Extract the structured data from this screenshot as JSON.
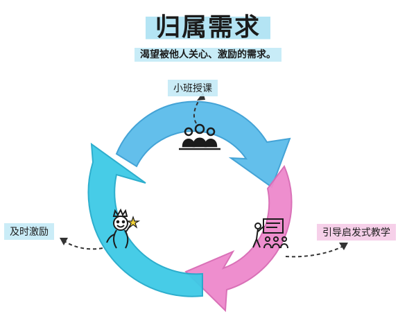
{
  "title": "归属需求",
  "subtitle": "渴望被他人关心、激励的需求。",
  "cycle": {
    "stages": [
      {
        "label": "小班授课",
        "icon": "group-people-icon",
        "color": "#5bbcea"
      },
      {
        "label": "引导启发式教学",
        "icon": "teacher-students-icon",
        "color": "#ee88cc"
      },
      {
        "label": "及时激励",
        "icon": "celebrating-person-icon",
        "color": "#3ecae6"
      }
    ]
  },
  "colors": {
    "highlight_blue": "#b0e3f3",
    "arrow_blue": "#5bbcea",
    "arrow_pink": "#ee88cc",
    "arrow_cyan": "#3ecae6",
    "ink": "#1b1b1b"
  }
}
